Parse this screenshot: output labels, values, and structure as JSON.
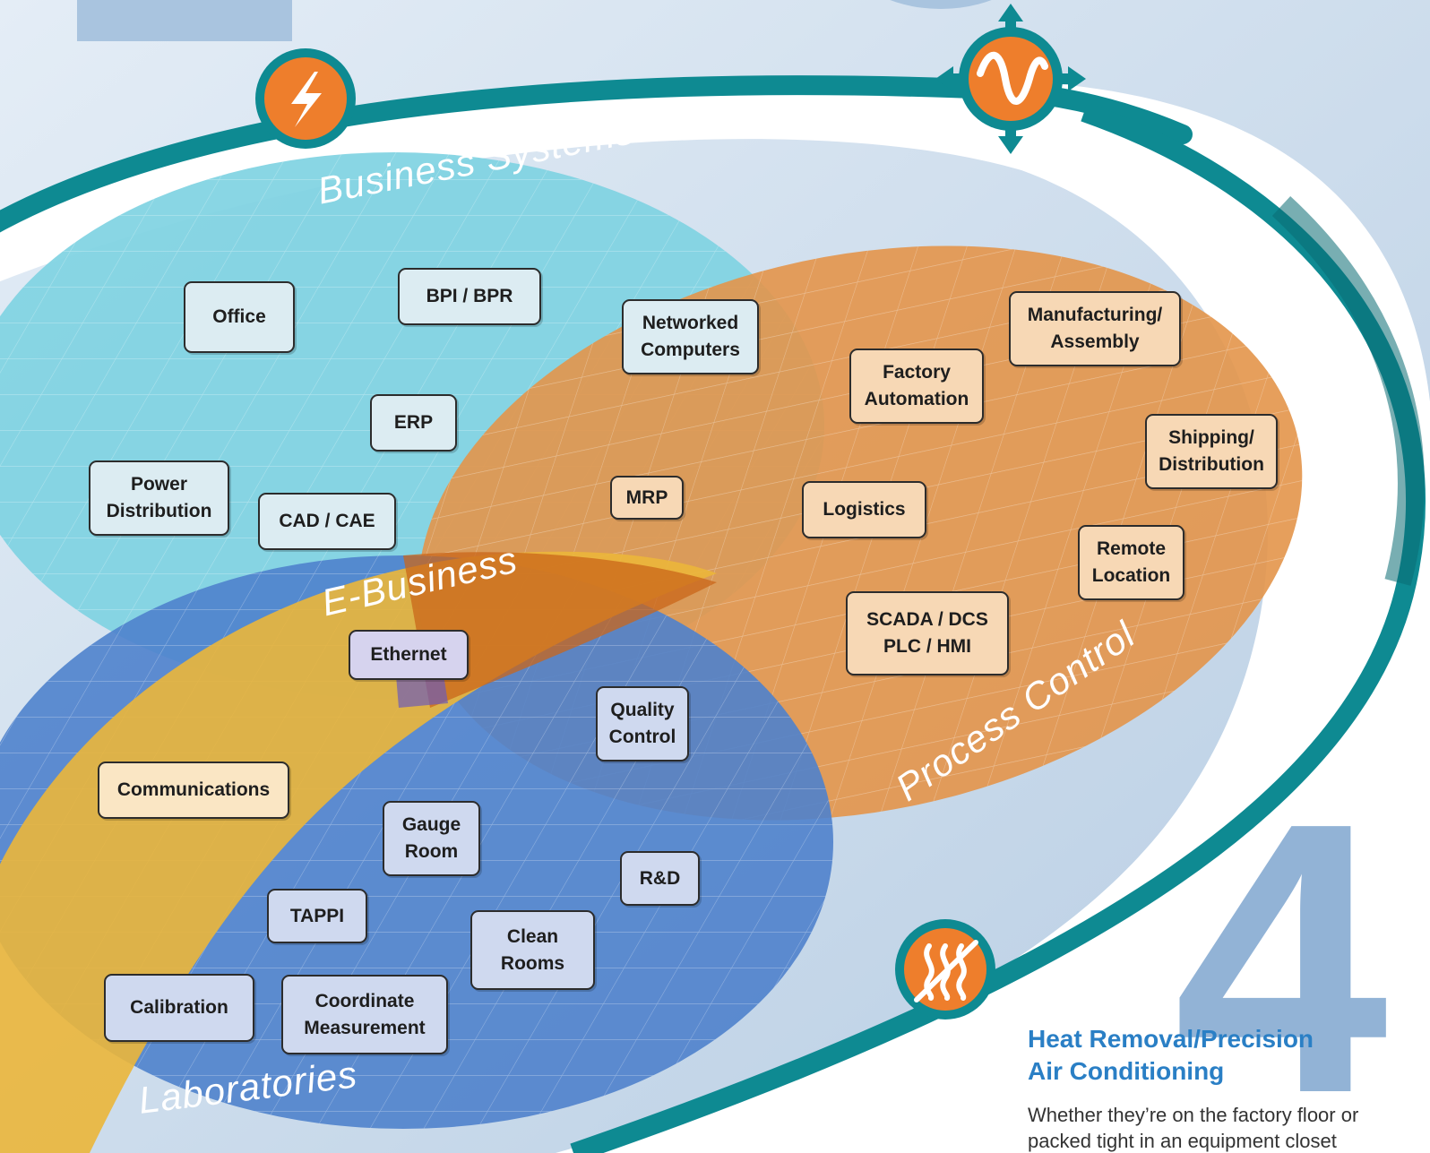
{
  "colors": {
    "background": "#c9dbea",
    "arc": "#0e8a92",
    "business_systems": "#7fd2e2",
    "process_control": "#e3954a",
    "laboratories": "#4f82cc",
    "e_business": "#ebb63a",
    "icon_orange": "#ee7e2c"
  },
  "regions": {
    "business_systems": "Business Systems",
    "process_control": "Process Control",
    "laboratories": "Laboratories",
    "e_business": "E-Business"
  },
  "boxes": {
    "office": "Office",
    "bpi_bpr": "BPI / BPR",
    "networked_computers": "Networked\nComputers",
    "erp": "ERP",
    "power_distribution": "Power\nDistribution",
    "cad_cae": "CAD / CAE",
    "mrp": "MRP",
    "manufacturing_assembly": "Manufacturing/\nAssembly",
    "factory_automation": "Factory\nAutomation",
    "shipping_distribution": "Shipping/\nDistribution",
    "logistics": "Logistics",
    "remote_location": "Remote\nLocation",
    "scada_dcs": "SCADA / DCS\nPLC / HMI",
    "ethernet": "Ethernet",
    "quality_control": "Quality\nControl",
    "communications": "Communications",
    "gauge_room": "Gauge\nRoom",
    "r_and_d": "R&D",
    "tappi": "TAPPI",
    "clean_rooms": "Clean\nRooms",
    "calibration": "Calibration",
    "coordinate_measurement": "Coordinate\nMeasurement"
  },
  "icons": [
    "lightning-icon",
    "wave-icon",
    "heat-icon"
  ],
  "side_panel": {
    "number": "4",
    "heading": "Heat Removal/Precision\nAir Conditioning",
    "body": "Whether they’re on the factory floor or packed tight in an equipment closet"
  }
}
